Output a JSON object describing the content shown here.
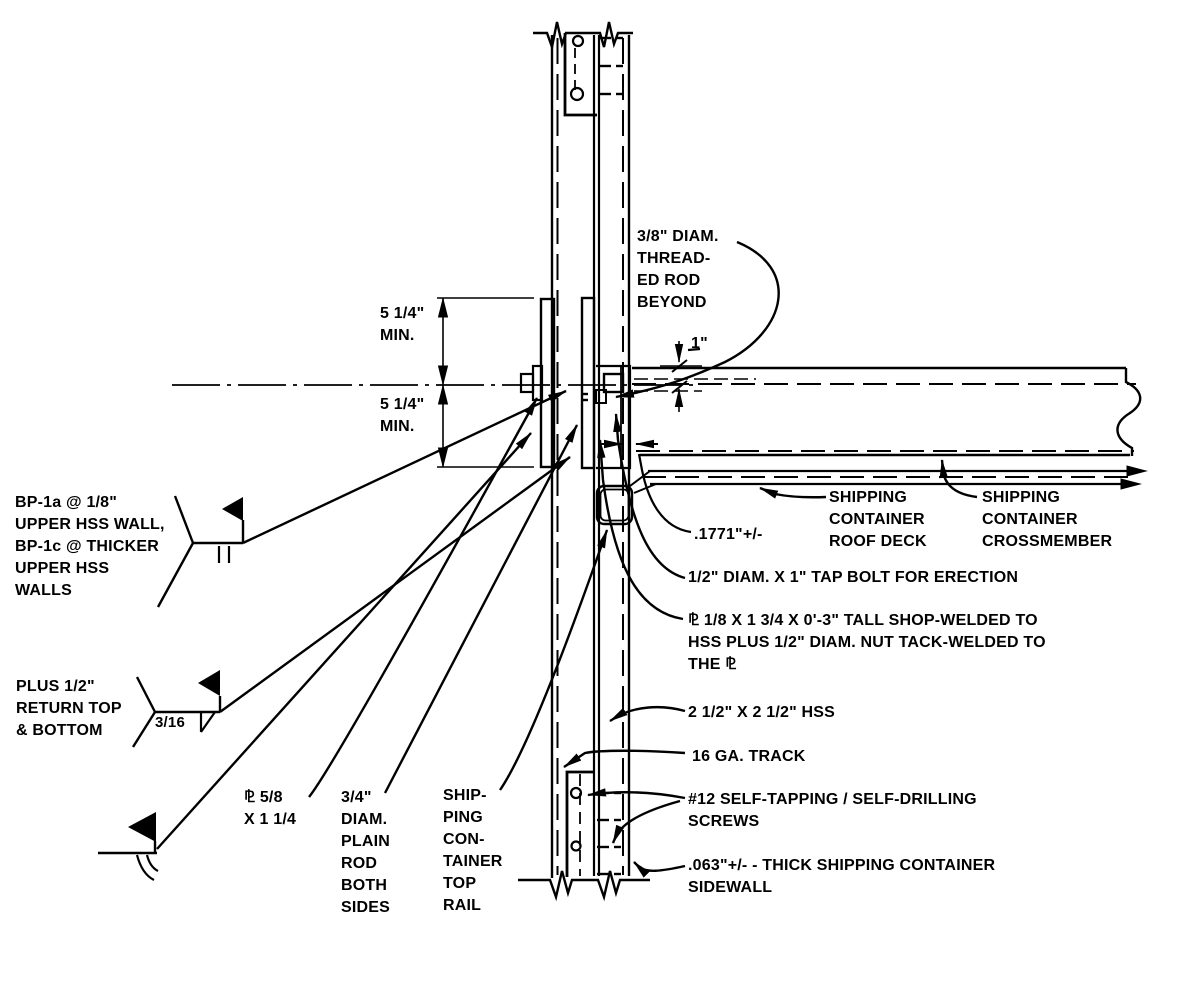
{
  "diagram": {
    "type": "structural-connection-detail",
    "colors": {
      "line": "#000000",
      "background": "#ffffff"
    },
    "labels": {
      "threaded_rod": "3/8\" DIAM.\nTHREAD-\nED ROD\nBEYOND",
      "dim_one_inch": "1\"",
      "dim_min_top": "5 1/4\"\nMIN.",
      "dim_min_bottom": "5 1/4\"\nMIN.",
      "bp_weld_note": "BP-1a @ 1/8\"\nUPPER HSS WALL,\nBP-1c @ THICKER\nUPPER HSS\nWALLS",
      "return_weld_note": "PLUS 1/2\"\nRETURN TOP\n& BOTTOM",
      "weld_size": "3/16",
      "plate_5_8": "⅊ 5/8\nX 1 1/4",
      "plain_rod": "3/4\"\nDIAM.\nPLAIN\nROD\nBOTH\nSIDES",
      "top_rail": "SHIP-\nPING\nCON-\nTAINER\nTOP\nRAIL",
      "wall_thickness": ".1771\"+/-",
      "tap_bolt": "1/2\" DIAM. X 1\" TAP BOLT FOR ERECTION",
      "shop_plate_note": "⅊ 1/8 X 1 3/4 X 0'-3\" TALL SHOP-WELDED TO\nHSS PLUS 1/2\" DIAM. NUT TACK-WELDED TO\nTHE ⅊",
      "hss_size": "2 1/2\" X 2 1/2\" HSS",
      "track": "16 GA. TRACK",
      "screws": "#12 SELF-TAPPING / SELF-DRILLING\nSCREWS",
      "sidewall": ".063\"+/- - THICK SHIPPING CONTAINER\nSIDEWALL",
      "roof_deck": "SHIPPING\nCONTAINER\nROOF DECK",
      "crossmember": "SHIPPING\nCONTAINER\nCROSSMEMBER"
    }
  }
}
